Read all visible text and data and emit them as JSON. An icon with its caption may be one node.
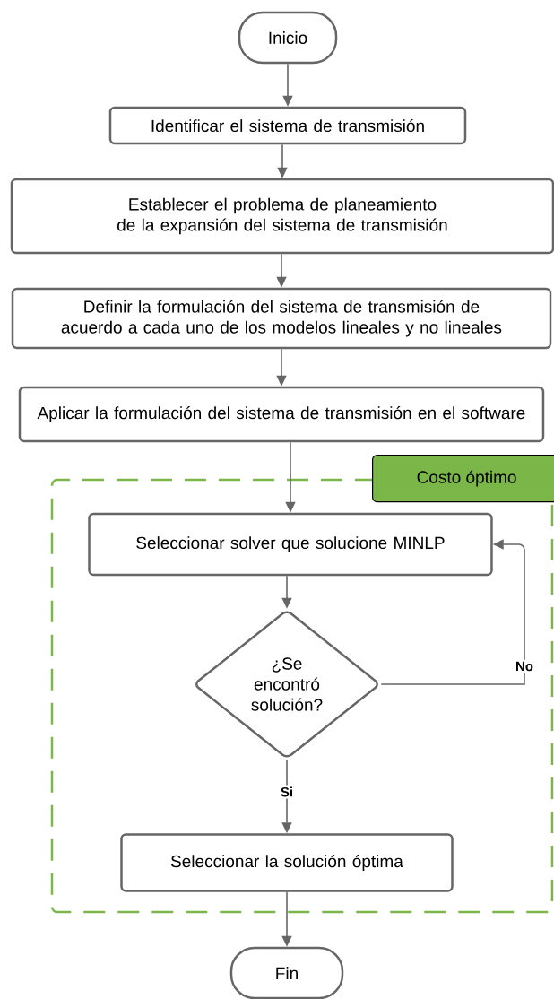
{
  "diagram": {
    "nodes": [
      {
        "text": [
          "Inicio"
        ]
      },
      {
        "text": [
          "Identificar el sistema de transmisión"
        ]
      },
      {
        "text": [
          "Establecer el problema de planeamiento de la expansión del sistema de transmisión"
        ]
      },
      {
        "text": [
          "Definir la formulación del sistema de transmisión de acuerdo a cada uno de los modelos lineales y no lineales"
        ]
      },
      {
        "text": [
          "Aplicar la formulación del sistema de transmisión en el software"
        ]
      },
      {
        "text": [
          "Costo óptimo"
        ]
      },
      {
        "text": [
          "Seleccionar solver que solucione MINLP"
        ],
        "in": 5
      },
      {
        "text": [
          "¿Se encontró solución?"
        ],
        "in": 5
      },
      {
        "text": [
          "Seleccionar la solución óptima"
        ],
        "in": 5
      },
      {
        "text": [
          "Fin"
        ]
      }
    ],
    "edges": [
      {
        "from": 0,
        "to": 1,
        "arrow": "to"
      },
      {
        "from": 1,
        "to": 2,
        "arrow": "to"
      },
      {
        "from": 2,
        "to": 3,
        "arrow": "to"
      },
      {
        "from": 3,
        "to": 4,
        "arrow": "to"
      },
      {
        "from": 4,
        "to": 6,
        "arrow": "to"
      },
      {
        "from": 6,
        "to": 7,
        "arrow": "to"
      },
      {
        "from": 7,
        "to": 6,
        "arrow": "to",
        "label": "No"
      },
      {
        "from": 7,
        "to": 8,
        "arrow": "to",
        "label": "Si"
      },
      {
        "from": 8,
        "to": 9,
        "arrow": "to"
      }
    ]
  }
}
